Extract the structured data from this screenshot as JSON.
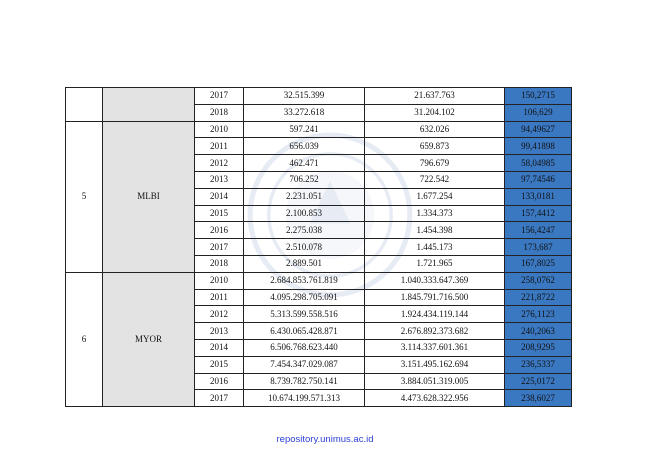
{
  "table": {
    "groups": [
      {
        "no": "",
        "name": "",
        "rows": [
          {
            "year": "2017",
            "v1": "32.515.399",
            "v2": "21.637.763",
            "ratio": "150,2715"
          },
          {
            "year": "2018",
            "v1": "33.272.618",
            "v2": "31.204.102",
            "ratio": "106,629"
          }
        ]
      },
      {
        "no": "5",
        "name": "MLBI",
        "rows": [
          {
            "year": "2010",
            "v1": "597.241",
            "v2": "632.026",
            "ratio": "94,49627"
          },
          {
            "year": "2011",
            "v1": "656.039",
            "v2": "659.873",
            "ratio": "99,41898"
          },
          {
            "year": "2012",
            "v1": "462.471",
            "v2": "796.679",
            "ratio": "58,04985"
          },
          {
            "year": "2013",
            "v1": "706.252",
            "v2": "722.542",
            "ratio": "97,74546"
          },
          {
            "year": "2014",
            "v1": "2.231.051",
            "v2": "1.677.254",
            "ratio": "133,0181"
          },
          {
            "year": "2015",
            "v1": "2.100.853",
            "v2": "1.334.373",
            "ratio": "157,4412"
          },
          {
            "year": "2016",
            "v1": "2.275.038",
            "v2": "1.454.398",
            "ratio": "156,4247"
          },
          {
            "year": "2017",
            "v1": "2.510.078",
            "v2": "1.445.173",
            "ratio": "173,687"
          },
          {
            "year": "2018",
            "v1": "2.889.501",
            "v2": "1.721.965",
            "ratio": "167,8025"
          }
        ]
      },
      {
        "no": "6",
        "name": "MYOR",
        "rows": [
          {
            "year": "2010",
            "v1": "2.684.853.761.819",
            "v2": "1.040.333.647.369",
            "ratio": "258,0762"
          },
          {
            "year": "2011",
            "v1": "4.095.298.705.091",
            "v2": "1.845.791.716.500",
            "ratio": "221,8722"
          },
          {
            "year": "2012",
            "v1": "5.313.599.558.516",
            "v2": "1.924.434.119.144",
            "ratio": "276,1123"
          },
          {
            "year": "2013",
            "v1": "6.430.065.428.871",
            "v2": "2.676.892.373.682",
            "ratio": "240,2063"
          },
          {
            "year": "2014",
            "v1": "6.506.768.623.440",
            "v2": "3.114.337.601.361",
            "ratio": "208,9295"
          },
          {
            "year": "2015",
            "v1": "7.454.347.029.087",
            "v2": "3.151.495.162.694",
            "ratio": "236,5337"
          },
          {
            "year": "2016",
            "v1": "8.739.782.750.141",
            "v2": "3.884.051.319.005",
            "ratio": "225,0172"
          },
          {
            "year": "2017",
            "v1": "10.674.199.571.313",
            "v2": "4.473.628.322.956",
            "ratio": "238,6027"
          }
        ]
      }
    ]
  },
  "footer": {
    "text": "repository.unimus.ac.id"
  },
  "colors": {
    "ratio_fill": "#3b78c2",
    "name_fill": "#e3e3e3",
    "footer_link": "#2c3fd6"
  }
}
